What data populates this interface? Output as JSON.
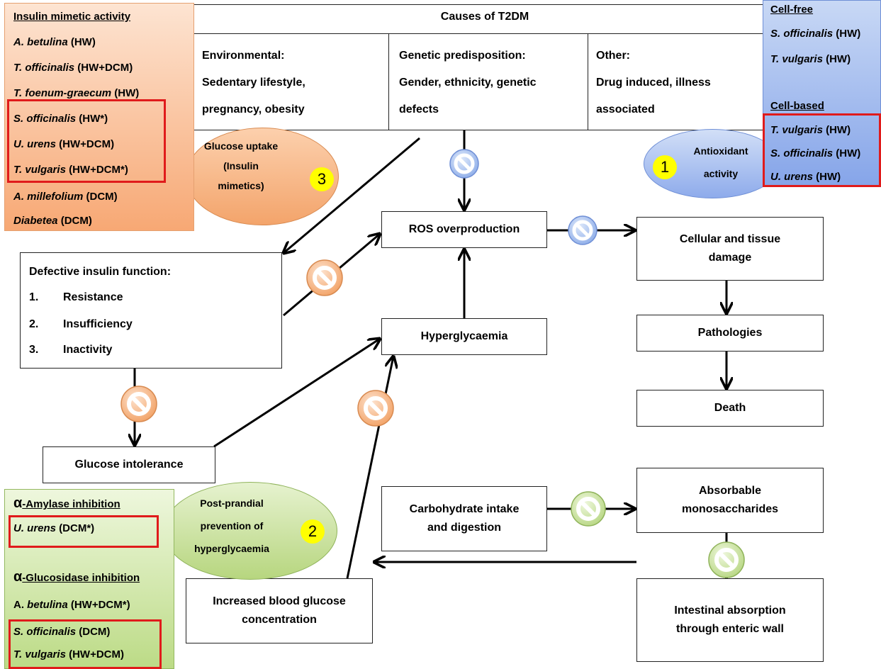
{
  "causes": {
    "title": "Causes of T2DM",
    "env_head": "Environmental:",
    "env_l1": "Sedentary lifestyle,",
    "env_l2": "pregnancy, obesity",
    "gen_head": "Genetic predisposition:",
    "gen_l1": "Gender, ethnicity, genetic",
    "gen_l2": "defects",
    "oth_head": "Other:",
    "oth_l1": "Drug induced, illness",
    "oth_l2": "associated"
  },
  "insulin_panel": {
    "title": "Insulin mimetic activity",
    "rows": [
      {
        "species": "A. betulina",
        "extract": " (HW)"
      },
      {
        "species": "T. officinalis",
        "extract": " (HW+DCM)"
      },
      {
        "species": "T. foenum-graecum",
        "extract": "  (HW)"
      },
      {
        "species": "S. officinalis",
        "extract": " (HW*)"
      },
      {
        "species": "U. urens",
        "extract": "  (HW+DCM)"
      },
      {
        "species": "T. vulgaris",
        "extract": "  (HW+DCM*)"
      },
      {
        "species": "A. millefolium",
        "extract": " (DCM)"
      },
      {
        "species": "Diabetea",
        "extract": " (DCM)"
      }
    ]
  },
  "antioxidant_panel": {
    "cellfree_title": "Cell-free",
    "cellfree_rows": [
      {
        "species": "S. officinalis",
        "extract": " (HW)"
      },
      {
        "species": "T. vulgaris",
        "extract": "  (HW)"
      }
    ],
    "cellbased_title": "Cell-based",
    "cellbased_rows": [
      {
        "species": "T. vulgaris",
        "extract": "  (HW)"
      },
      {
        "species": "S. officinalis",
        "extract": " (HW)"
      },
      {
        "species": "U. urens",
        "extract": "  (HW)"
      }
    ]
  },
  "enzyme_panel": {
    "amylase_prefix": "α",
    "amylase_title": "-Amylase inhibition",
    "amylase_rows": [
      {
        "species": "U. urens",
        "extract": "  (DCM*)"
      }
    ],
    "glucosidase_prefix": "α",
    "glucosidase_title": "-Glucosidase inhibition",
    "glucosidase_rows": [
      {
        "species": "A. ",
        "species_it": "betulina",
        "extract": "  (HW+DCM*)"
      },
      {
        "species": "S. officinalis",
        "species_it": "",
        "extract": " (DCM)"
      },
      {
        "species": "T. vulgaris",
        "species_it": "",
        "extract": "  (HW+DCM)"
      }
    ]
  },
  "ellipses": {
    "glucose_uptake": [
      "Glucose uptake",
      "(Insulin",
      "mimetics)"
    ],
    "antioxidant": [
      "Antioxidant",
      "activity"
    ],
    "postprandial": [
      "Post-prandial",
      "prevention of",
      "hyperglycaemia"
    ]
  },
  "badges": {
    "one": "1",
    "two": "2",
    "three": "3"
  },
  "defective": {
    "title": "Defective insulin function:",
    "items": [
      {
        "num": "1.",
        "label": "Resistance"
      },
      {
        "num": "2.",
        "label": "Insufficiency"
      },
      {
        "num": "3.",
        "label": "Inactivity"
      }
    ]
  },
  "nodes": {
    "ros": "ROS overproduction",
    "hyper": "Hyperglycaemia",
    "cellular_l1": "Cellular and tissue",
    "cellular_l2": "damage",
    "pathologies": "Pathologies",
    "death": "Death",
    "glucose_intolerance": "Glucose intolerance",
    "carb_l1": "Carbohydrate intake",
    "carb_l2": "and digestion",
    "absorb_l1": "Absorbable",
    "absorb_l2": "monosaccharides",
    "increased_l1": "Increased blood glucose",
    "increased_l2": "concentration",
    "intestinal_l1": "Intestinal absorption",
    "intestinal_l2": "through enteric wall"
  },
  "colors": {
    "insulin_panel": "#f9ad7a",
    "antioxidant_panel": "#a8c2ef",
    "enzyme_panel": "#c9e39a",
    "orange_ellipse": "#f7b585",
    "blue_ellipse": "#9fb8ef",
    "green_ellipse": "#c8e09a",
    "highlight": "#e01b1b",
    "badge": "#ffff00"
  },
  "inhibitor_icons": {
    "blue": "prohibition-icon",
    "orange": "prohibition-icon",
    "green": "prohibition-icon"
  }
}
